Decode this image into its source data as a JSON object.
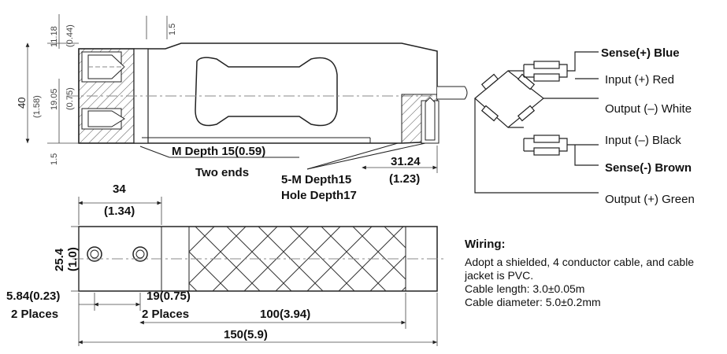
{
  "top_view": {
    "dims": {
      "top_offset": "11.18",
      "top_offset_in": "(0.44)",
      "height": "40",
      "height_in": "(1.58)",
      "mid": "19.05",
      "mid_in": "(0.75)",
      "slot": "1.5",
      "bottom_slot": "1.5",
      "right_offset": "31.24",
      "right_offset_in": "(1.23)"
    },
    "notes": {
      "m_depth": "M Depth 15(0.59)",
      "two_ends": "Two ends",
      "five_m": "5-M Depth15",
      "hole_depth": "Hole Depth17"
    }
  },
  "bottom_view": {
    "dims": {
      "width_34": "34",
      "width_34_in": "(1.34)",
      "height_254": "25.4",
      "height_254_in": "(1.0)",
      "edge": "5.84(0.23)",
      "edge_places": "2 Places",
      "spacing": "19(0.75)",
      "spacing_places": "2 Places",
      "inner": "100(3.94)",
      "overall": "150(5.9)"
    }
  },
  "wires": [
    {
      "label": "Sense(+) Blue",
      "bold": true
    },
    {
      "label": "Input (+) Red",
      "bold": false
    },
    {
      "label": "Output (–) White",
      "bold": false
    },
    {
      "label": "Input (–) Black",
      "bold": false
    },
    {
      "label": "Sense(-) Brown",
      "bold": true
    },
    {
      "label": "Output (+) Green",
      "bold": false
    }
  ],
  "wiring": {
    "title": "Wiring:",
    "line1": "Adopt a shielded, 4 conductor cable, and cable",
    "line2": "jacket is PVC.",
    "line3": "Cable length: 3.0±0.05m",
    "line4": "Cable diameter: 5.0±0.2mm"
  }
}
